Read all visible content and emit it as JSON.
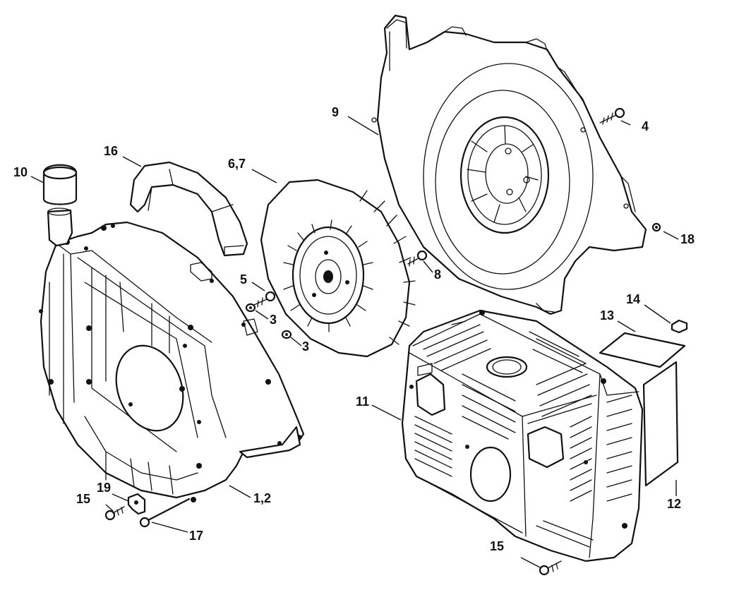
{
  "labels": {
    "p1_2": "1,2",
    "p3a": "3",
    "p3b": "3",
    "p4": "4",
    "p5": "5",
    "p6_7": "6,7",
    "p8": "8",
    "p9": "9",
    "p10": "10",
    "p11": "11",
    "p12": "12",
    "p13": "13",
    "p14": "14",
    "p15a": "15",
    "p15b": "15",
    "p16": "16",
    "p17": "17",
    "p18": "18",
    "p19": "19"
  },
  "colors": {
    "line": "#111111",
    "background": "#ffffff"
  }
}
